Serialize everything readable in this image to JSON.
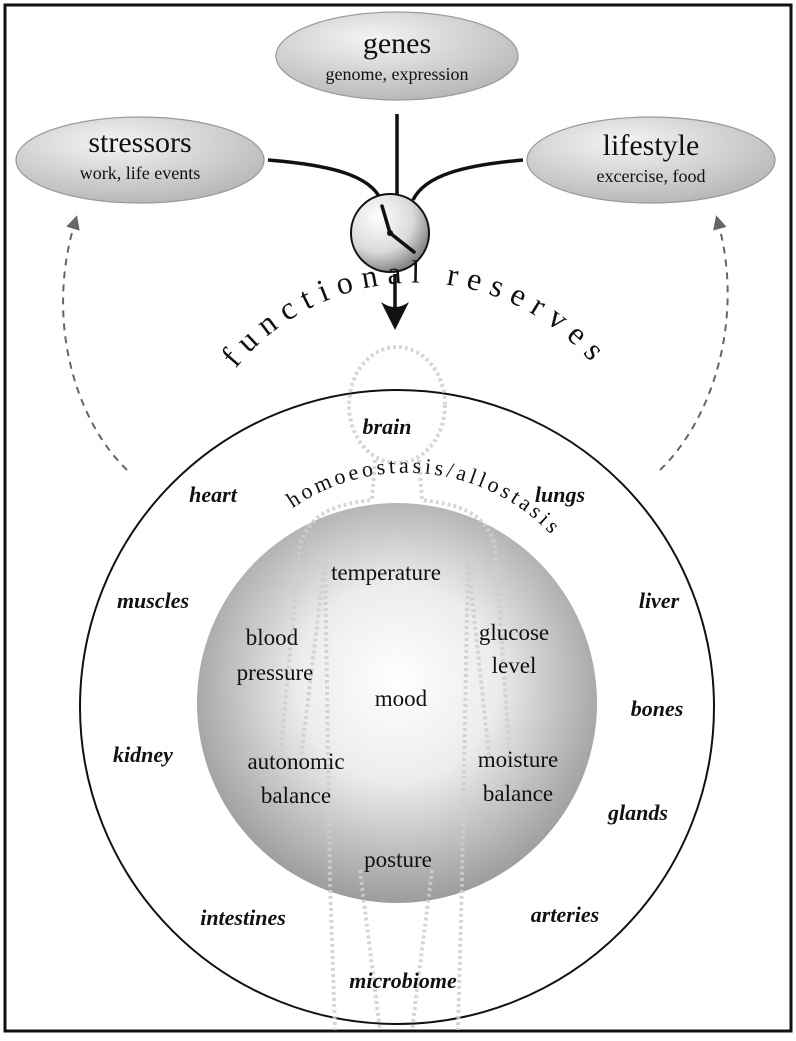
{
  "drivers": {
    "genes": {
      "title": "genes",
      "subtitle": "genome, expression"
    },
    "stressors": {
      "title": "stressors",
      "subtitle": "work, life events"
    },
    "lifestyle": {
      "title": "lifestyle",
      "subtitle": "excercise, food"
    }
  },
  "outer_ring_label": "functional reserves",
  "inner_ring_label": "homoeostasis/allostasis",
  "organs": {
    "brain": "brain",
    "heart": "heart",
    "lungs": "lungs",
    "muscles": "muscles",
    "liver": "liver",
    "bones": "bones",
    "kidney": "kidney",
    "glands": "glands",
    "intestines": "intestines",
    "arteries": "arteries",
    "microbiome": "microbiome"
  },
  "parameters": {
    "temperature": "temperature",
    "blood_pressure_1": "blood",
    "blood_pressure_2": "pressure",
    "glucose_1": "glucose",
    "glucose_2": "level",
    "mood": "mood",
    "autonomic_1": "autonomic",
    "autonomic_2": "balance",
    "moisture_1": "moisture",
    "moisture_2": "balance",
    "posture": "posture"
  },
  "colors": {
    "border": "#111111",
    "ellipse_light": "#f2f2f2",
    "ellipse_dark": "#b9b9b9",
    "sphere_light": "#ffffff",
    "sphere_dark": "#9a9a9a",
    "dashed_arrow": "#666666",
    "body_outline": "#d8d8d8"
  }
}
